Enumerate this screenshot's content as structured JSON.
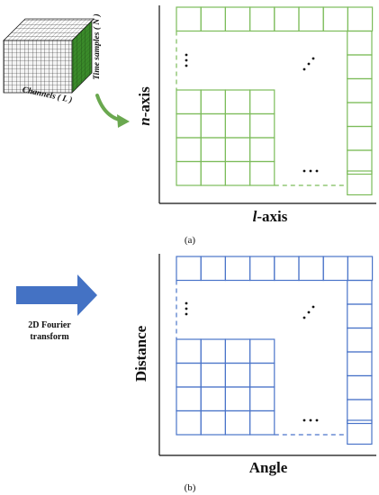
{
  "panel_a": {
    "caption": "(a)",
    "ylabel_var": "n",
    "ylabel_rest": "-axis",
    "xlabel_var": "l",
    "xlabel_rest": "-axis",
    "grid_color": "#7cbc5a",
    "cube": {
      "label_channels": "Channels ( L )",
      "label_time": "Time samples ( N )",
      "face_color": "#3a8a2a",
      "arrow_color": "#6aa84f"
    }
  },
  "panel_b": {
    "caption": "(b)",
    "ylabel": "Distance",
    "xlabel": "Angle",
    "grid_color": "#4a74c9"
  },
  "transform_arrow": {
    "label_line1": "2D Fourier",
    "label_line2": "transform",
    "color": "#4472c4"
  }
}
